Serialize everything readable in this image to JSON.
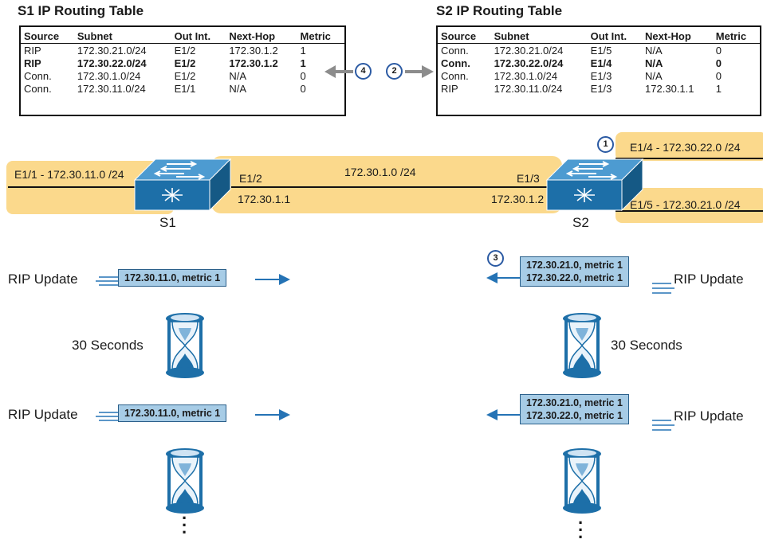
{
  "s1_table": {
    "title": "S1 IP Routing Table",
    "headers": [
      "Source",
      "Subnet",
      "Out Int.",
      "Next-Hop",
      "Metric"
    ],
    "rows": [
      [
        "RIP",
        "172.30.21.0/24",
        "E1/2",
        "172.30.1.2",
        "1"
      ],
      [
        "RIP",
        "172.30.22.0/24",
        "E1/2",
        "172.30.1.2",
        "1"
      ],
      [
        "Conn.",
        "172.30.1.0/24",
        "E1/2",
        "N/A",
        "0"
      ],
      [
        "Conn.",
        "172.30.11.0/24",
        "E1/1",
        "N/A",
        "0"
      ]
    ],
    "bold_row": 1
  },
  "s2_table": {
    "title": "S2 IP Routing Table",
    "headers": [
      "Source",
      "Subnet",
      "Out Int.",
      "Next-Hop",
      "Metric"
    ],
    "rows": [
      [
        "Conn.",
        "172.30.21.0/24",
        "E1/5",
        "N/A",
        "0"
      ],
      [
        "Conn.",
        "172.30.22.0/24",
        "E1/4",
        "N/A",
        "0"
      ],
      [
        "Conn.",
        "172.30.1.0/24",
        "E1/3",
        "N/A",
        "0"
      ],
      [
        "RIP",
        "172.30.11.0/24",
        "E1/3",
        "172.30.1.1",
        "1"
      ]
    ],
    "bold_row": 1
  },
  "steps": {
    "one": "1",
    "two": "2",
    "three": "3",
    "four": "4"
  },
  "topology": {
    "s1_label": "S1",
    "s2_label": "S2",
    "lan_left": "E1/1 - 172.30.11.0 /24",
    "link_subnet": "172.30.1.0 /24",
    "s1_link_int": "E1/2",
    "s1_link_ip": "172.30.1.1",
    "s2_link_int": "E1/3",
    "s2_link_ip": "172.30.1.2",
    "lan_right_top": "E1/4 - 172.30.22.0 /24",
    "lan_right_bottom": "E1/5 - 172.30.21.0 /24"
  },
  "updates": {
    "left_label": "RIP Update",
    "right_label": "RIP Update",
    "left_content": "172.30.11.0, metric 1",
    "right_line1": "172.30.21.0, metric 1",
    "right_line2": "172.30.22.0, metric 1",
    "timer_label": "30 Seconds"
  },
  "colors": {
    "stripe": "#fbd98c",
    "switch_blue": "#1d6fa8",
    "update_fill": "#a7cce6",
    "arrow_blue": "#2573b5",
    "gray_arrow": "#8c8c8c"
  }
}
